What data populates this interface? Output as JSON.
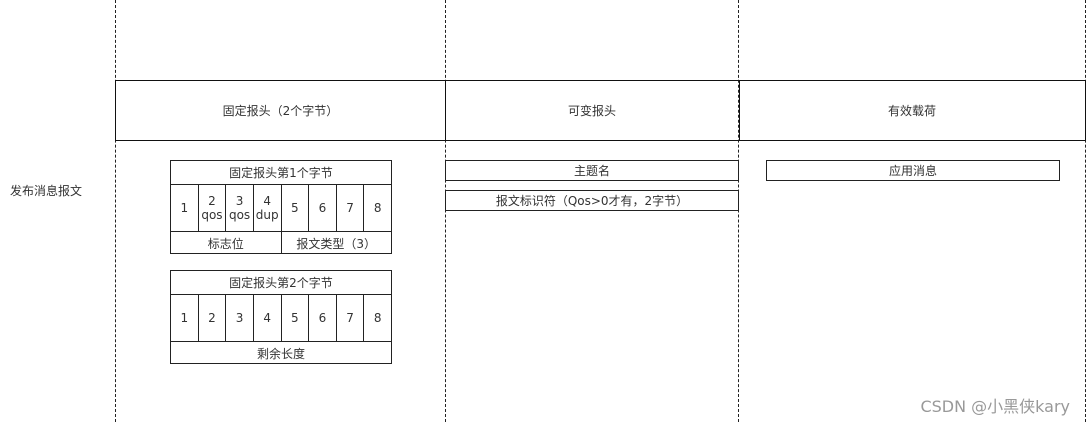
{
  "row_label": "发布消息报文",
  "headers": [
    "固定报头（2个字节）",
    "可变报头",
    "有效载荷"
  ],
  "fixed_header": {
    "byte1": {
      "title": "固定报头第1个字节",
      "cells": [
        {
          "n": "1",
          "sub": ""
        },
        {
          "n": "2",
          "sub": "qos"
        },
        {
          "n": "3",
          "sub": "qos"
        },
        {
          "n": "4",
          "sub": "dup"
        },
        {
          "n": "5",
          "sub": ""
        },
        {
          "n": "6",
          "sub": ""
        },
        {
          "n": "7",
          "sub": ""
        },
        {
          "n": "8",
          "sub": ""
        }
      ],
      "flags_label": "标志位",
      "type_label": "报文类型（3）"
    },
    "byte2": {
      "title": "固定报头第2个字节",
      "cells": [
        "1",
        "2",
        "3",
        "4",
        "5",
        "6",
        "7",
        "8"
      ],
      "footer": "剩余长度"
    }
  },
  "variable_header": {
    "topic": "主题名",
    "packet_id": "报文标识符（Qos>0才有，2字节）"
  },
  "payload": {
    "app_message": "应用消息"
  },
  "watermark": "CSDN @小黑侠kary"
}
